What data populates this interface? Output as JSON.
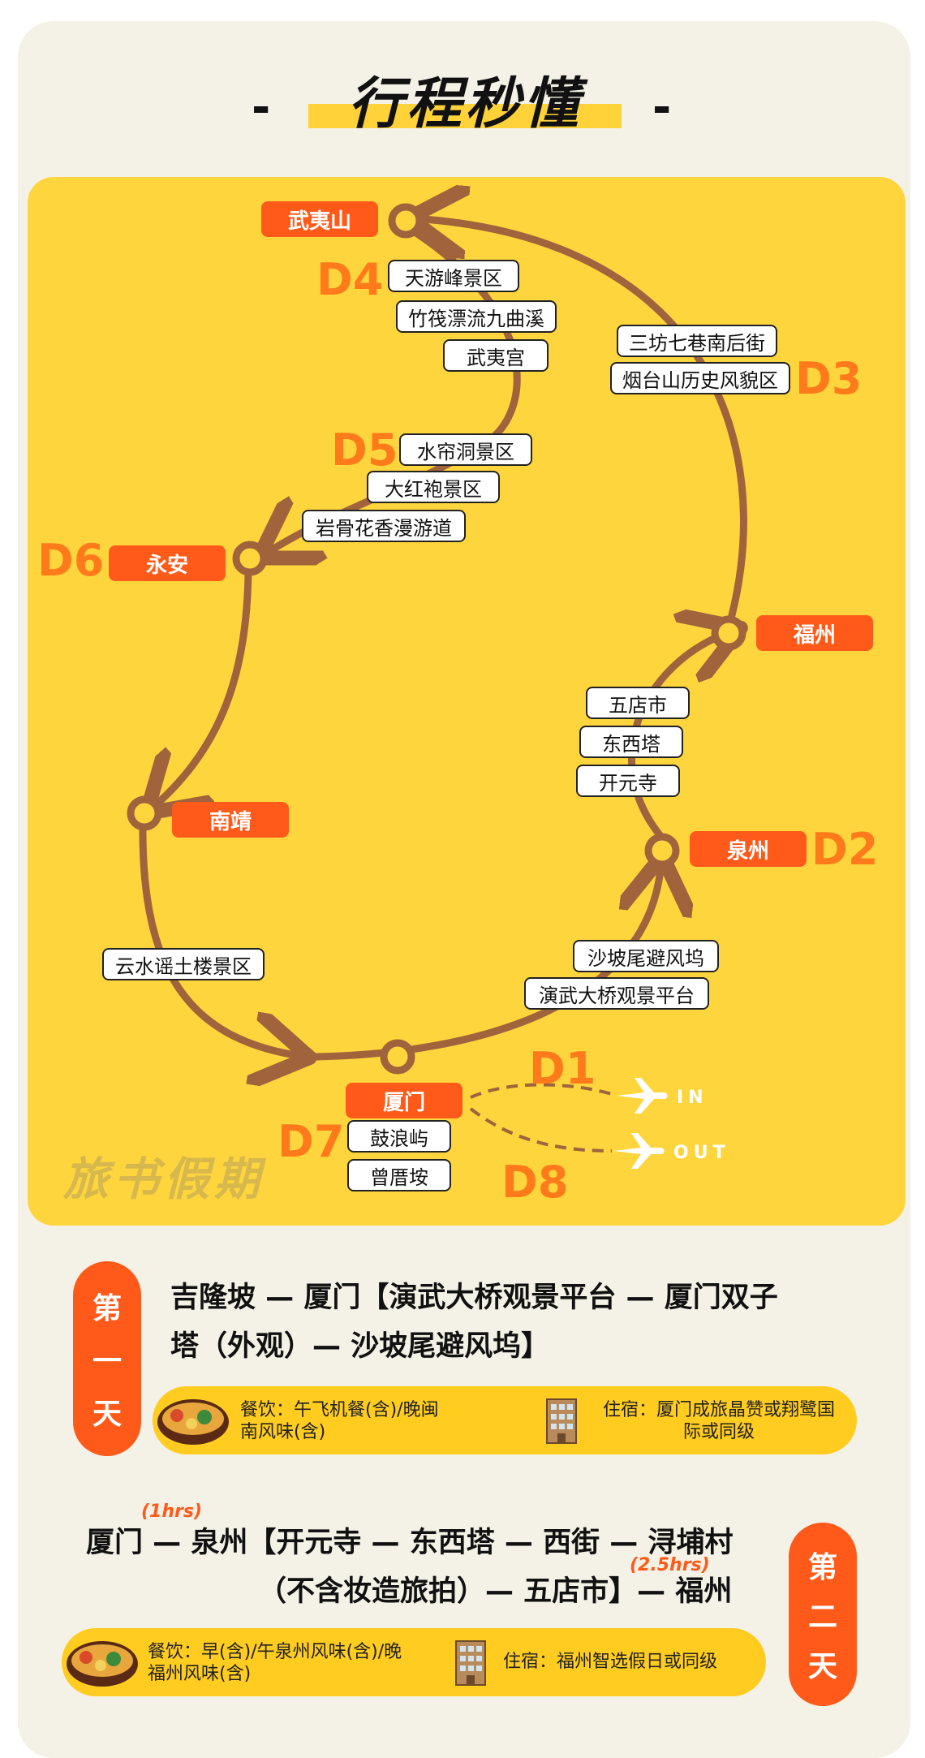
{
  "title": "行程秒懂",
  "title_dash": "-",
  "colors": {
    "accent": "#ff5a1a",
    "yellow": "#ffd53d",
    "route": "#a0633c",
    "day": "#ff7a1a"
  },
  "map": {
    "cities": {
      "wuyishan": "武夷山",
      "yongan": "永安",
      "nanjing": "南靖",
      "fuzhou": "福州",
      "quanzhou": "泉州",
      "xiamen": "厦门"
    },
    "days": {
      "d1": "D1",
      "d2": "D2",
      "d3": "D3",
      "d4": "D4",
      "d5": "D5",
      "d6": "D6",
      "d7": "D7",
      "d8": "D8"
    },
    "spots": {
      "d4": [
        "天游峰景区",
        "竹筏漂流九曲溪",
        "武夷宫"
      ],
      "d3": [
        "三坊七巷南后街",
        "烟台山历史风貌区"
      ],
      "d5": [
        "水帘洞景区",
        "大红袍景区",
        "岩骨花香漫游道"
      ],
      "fuzhou_q": [
        "五店市",
        "东西塔",
        "开元寺"
      ],
      "nanjing": [
        "云水谣土楼景区"
      ],
      "d1": [
        "沙坡尾避风坞",
        "演武大桥观景平台"
      ],
      "d7": [
        "鼓浪屿",
        "曾厝垵"
      ]
    },
    "plane_in": "IN",
    "plane_out": "OUT",
    "watermark": "旅书假期"
  },
  "day1": {
    "badge": [
      "第",
      "一",
      "天"
    ],
    "route_line1": "吉隆坡 — 厦门【演武大桥观景平台 — 厦门双子",
    "route_line2": "塔（外观）— 沙坡尾避风坞】",
    "meals": "餐饮：午飞机餐(含)/晚闽南风味(含)",
    "stay": "住宿：厦门成旅晶赞或翔鹭国际或同级"
  },
  "day2": {
    "badge": [
      "第",
      "二",
      "天"
    ],
    "note1": "(1hrs)",
    "note2": "(2.5hrs)",
    "route_line1": "厦门 — 泉州【开元寺 — 东西塔 — 西街 — 浔埔村",
    "route_line2": "（不含妆造旅拍）— 五店市】— 福州",
    "meals": "餐饮：早(含)/午泉州风味(含)/晚福州风味(含)",
    "stay": "住宿：福州智选假日或同级"
  }
}
